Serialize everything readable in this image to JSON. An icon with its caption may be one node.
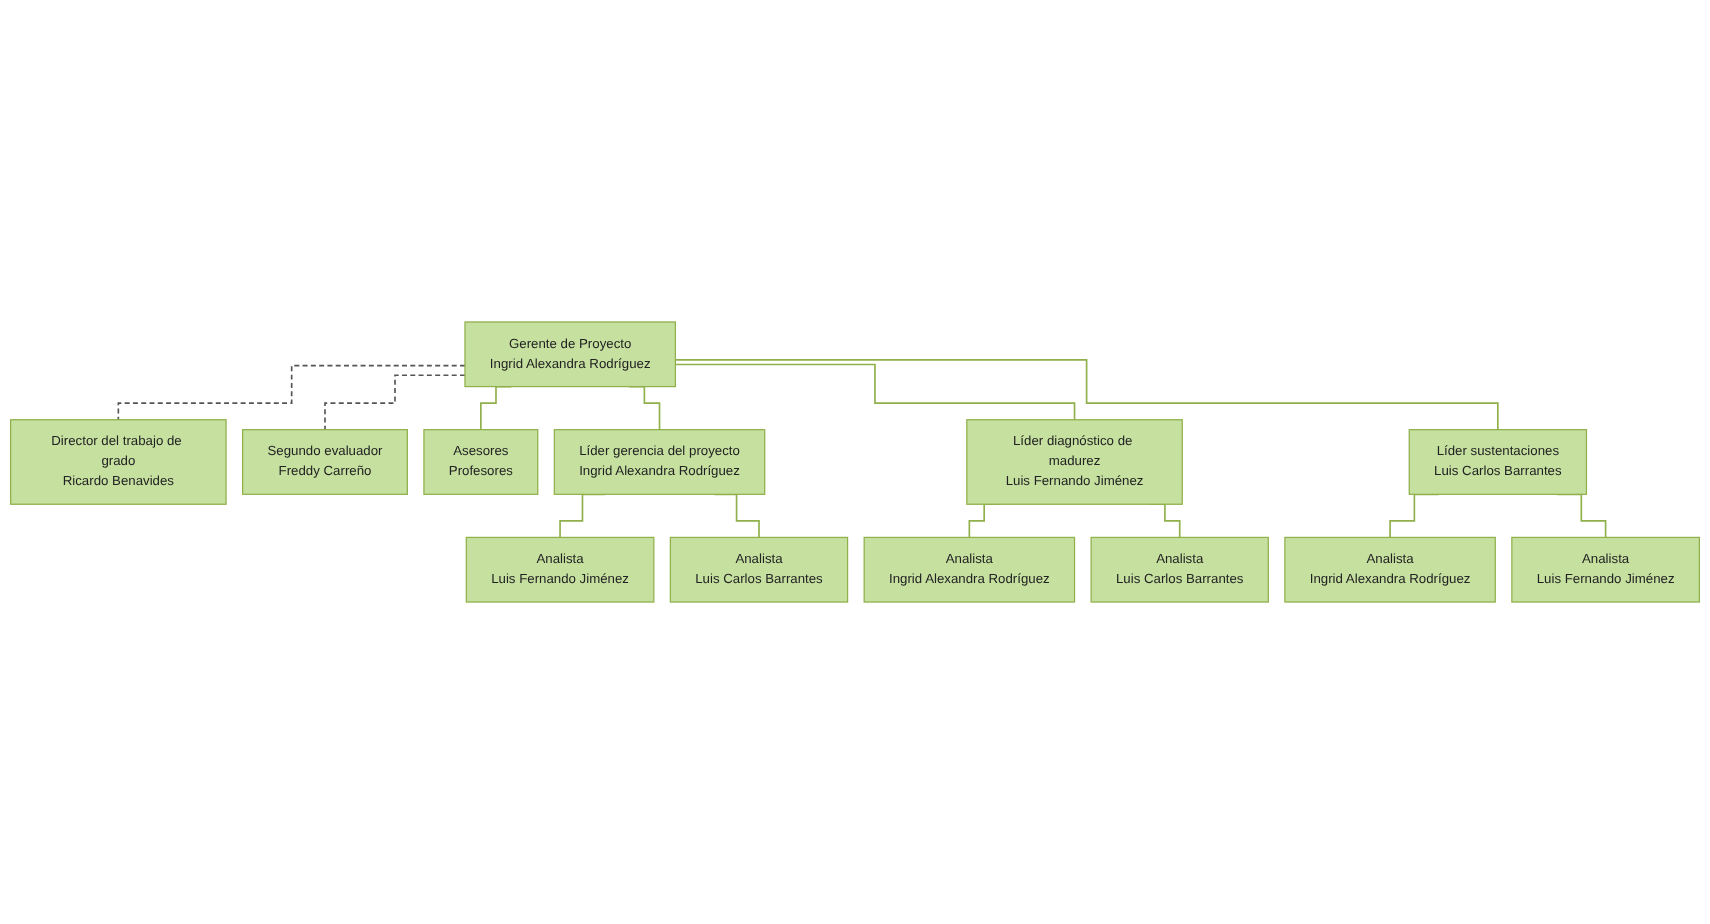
{
  "diagram": {
    "nodes": [
      {
        "text": [
          "Gerente de Proyecto",
          "Ingrid Alexandra Rodríguez"
        ]
      },
      {
        "text": [
          "Director del trabajo de grado",
          "Ricardo Benavides"
        ]
      },
      {
        "text": [
          "Segundo evaluador",
          "Freddy Carreño"
        ]
      },
      {
        "text": [
          "Asesores",
          "Profesores"
        ]
      },
      {
        "text": [
          "Líder gerencia del proyecto",
          "Ingrid Alexandra Rodríguez"
        ]
      },
      {
        "text": [
          "Líder diagnóstico de madurez",
          "Luis Fernando Jiménez"
        ]
      },
      {
        "text": [
          "Líder sustentaciones",
          "Luis Carlos Barrantes"
        ]
      },
      {
        "text": [
          "Analista",
          "Luis Fernando Jiménez"
        ]
      },
      {
        "text": [
          "Analista",
          "Luis Carlos Barrantes"
        ]
      },
      {
        "text": [
          "Analista",
          "Ingrid Alexandra Rodríguez"
        ]
      },
      {
        "text": [
          "Analista",
          "Luis Carlos Barrantes"
        ]
      },
      {
        "text": [
          "Analista",
          "Ingrid Alexandra Rodríguez"
        ]
      },
      {
        "text": [
          "Analista",
          "Luis Fernando Jiménez"
        ]
      }
    ],
    "edges": [
      {
        "from": 0,
        "to": 1,
        "arrow": "none",
        "style": "dashed",
        "color": "#555555"
      },
      {
        "from": 0,
        "to": 2,
        "arrow": "none",
        "style": "dashed",
        "color": "#555555"
      },
      {
        "from": 0,
        "to": 3,
        "arrow": "none"
      },
      {
        "from": 0,
        "to": 4,
        "arrow": "none"
      },
      {
        "from": 0,
        "to": 5,
        "arrow": "none"
      },
      {
        "from": 0,
        "to": 6,
        "arrow": "none"
      },
      {
        "from": 4,
        "to": 7,
        "arrow": "none"
      },
      {
        "from": 4,
        "to": 8,
        "arrow": "none"
      },
      {
        "from": 5,
        "to": 9,
        "arrow": "none"
      },
      {
        "from": 5,
        "to": 10,
        "arrow": "none"
      },
      {
        "from": 6,
        "to": 11,
        "arrow": "none"
      },
      {
        "from": 6,
        "to": 12,
        "arrow": "none"
      }
    ]
  }
}
